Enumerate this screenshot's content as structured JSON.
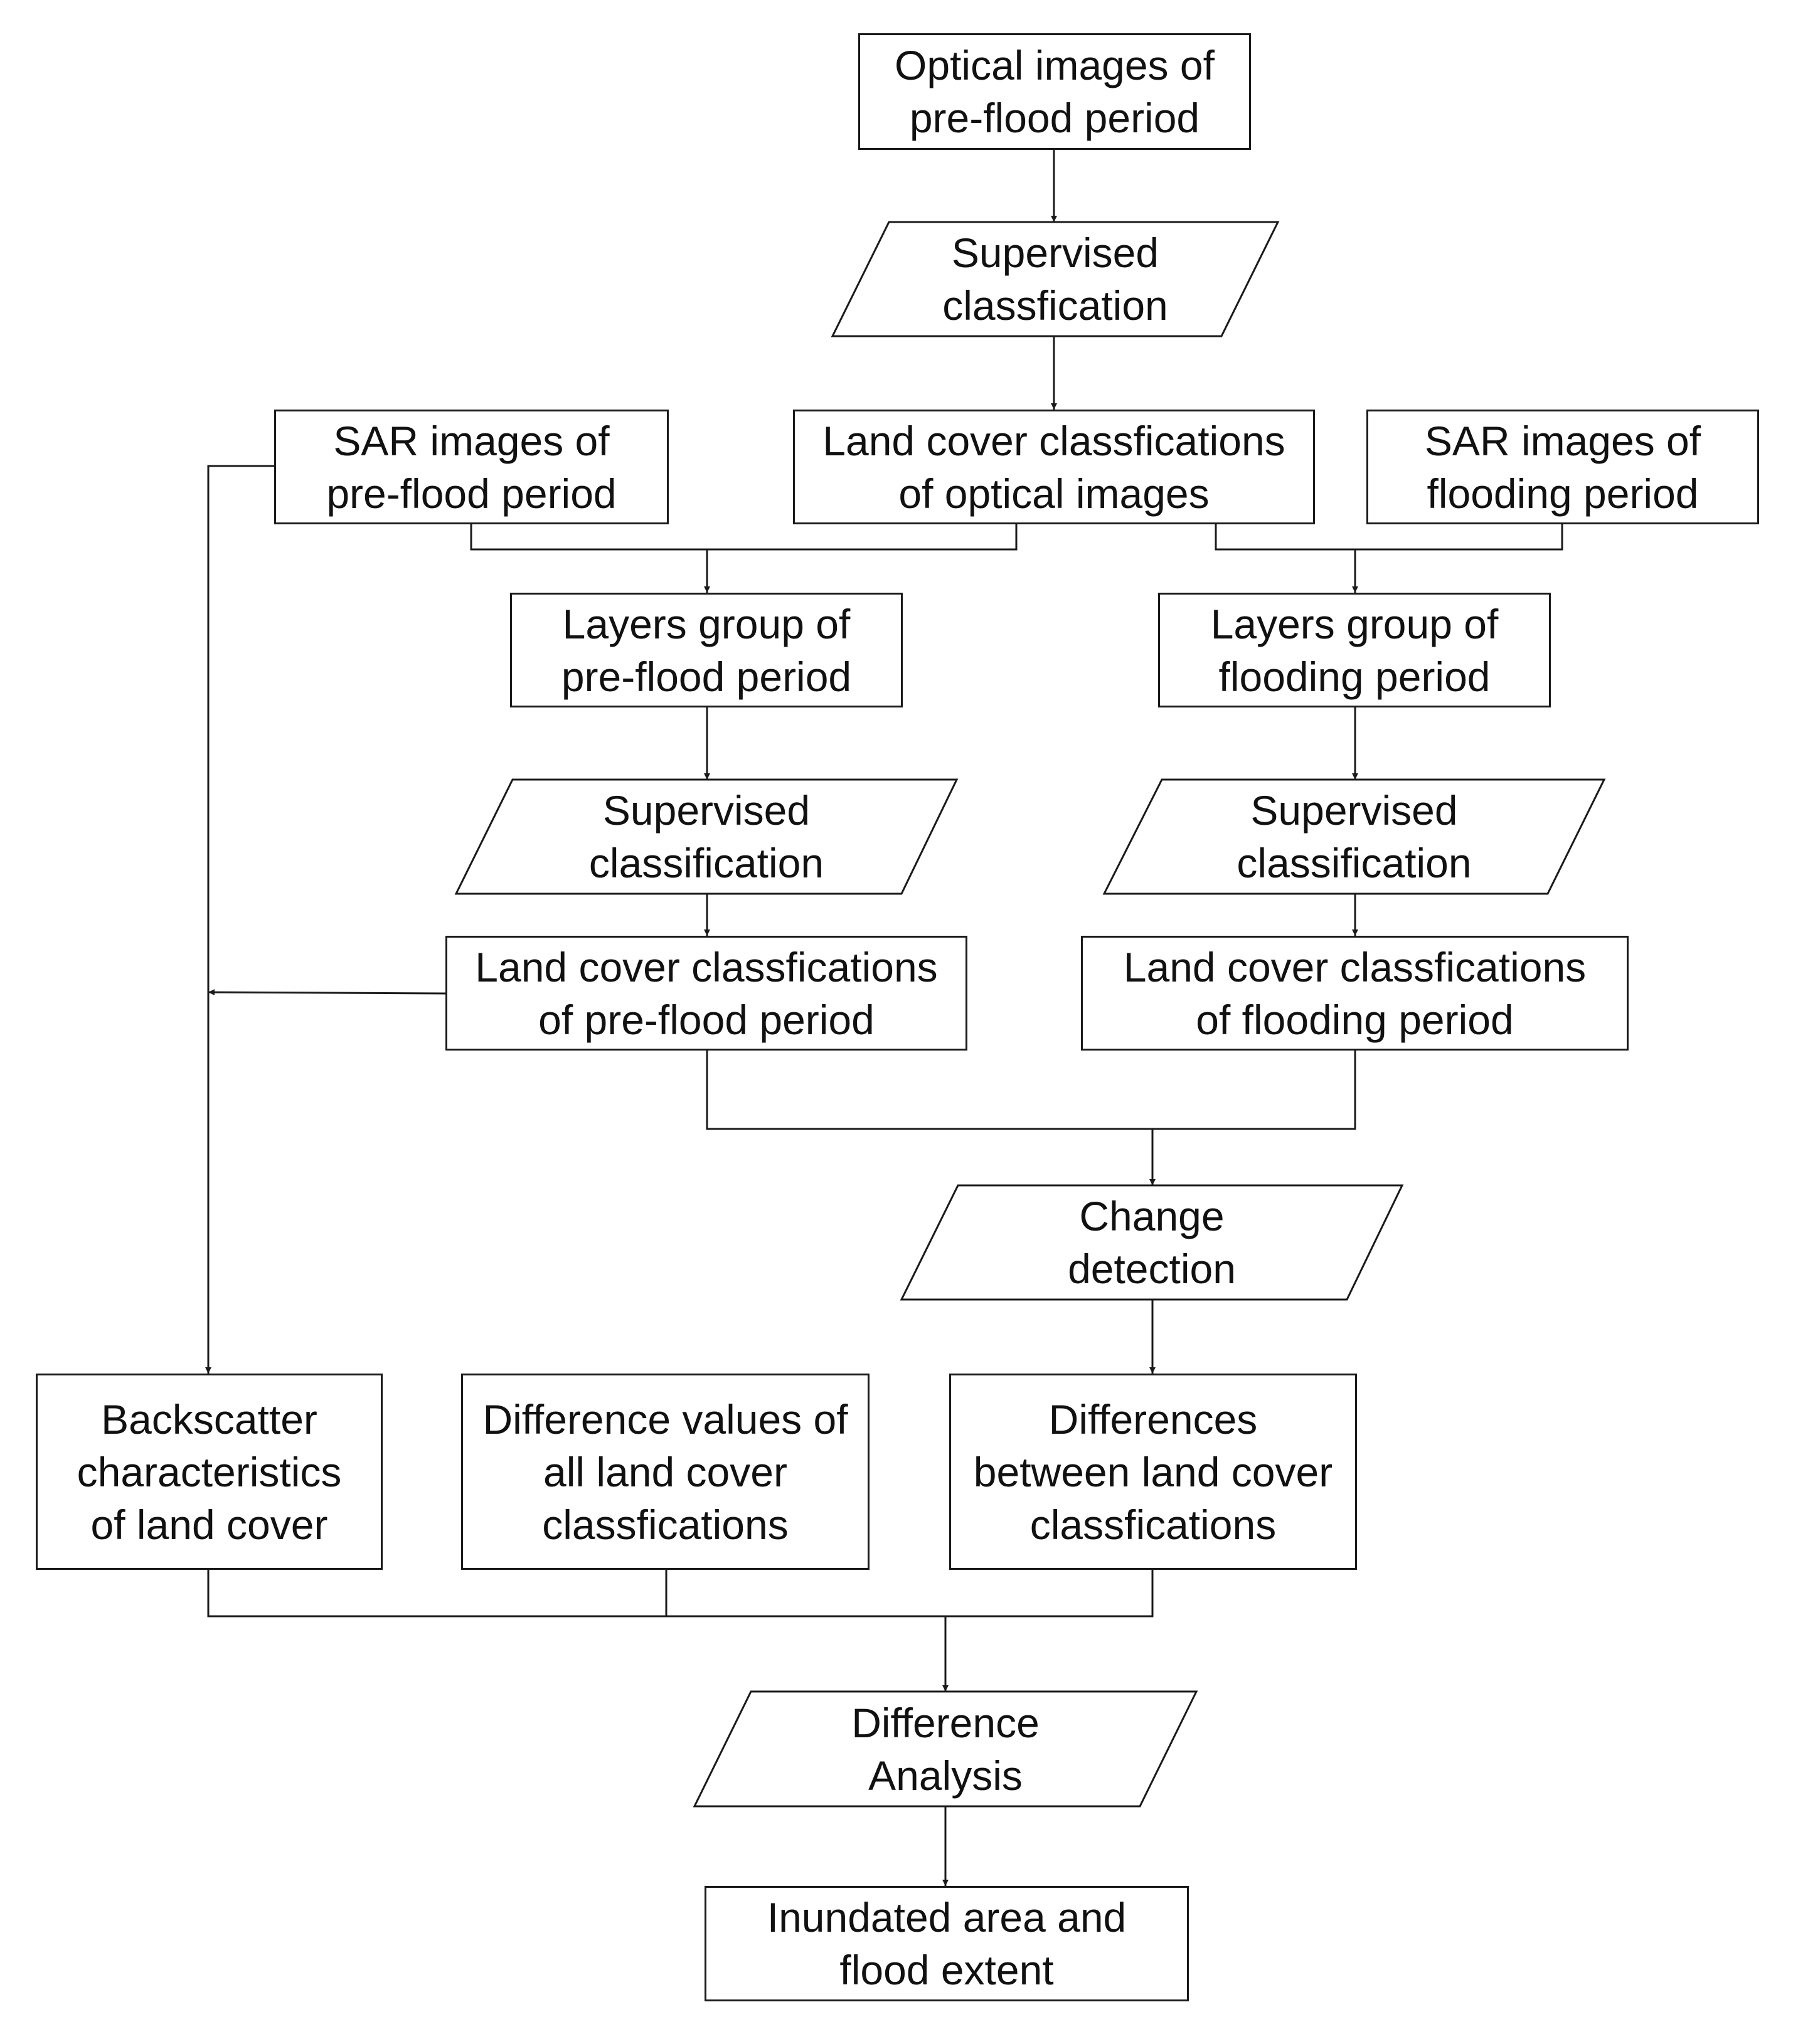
{
  "diagram": {
    "nodes": {
      "optical_pre": {
        "label": "Optical images of\npre-flood period",
        "shape": "rectangle"
      },
      "sup_class_optical": {
        "label": "Supervised\nclassfication",
        "shape": "parallelogram"
      },
      "sar_pre": {
        "label": "SAR images of\npre-flood period",
        "shape": "rectangle"
      },
      "landcover_optical": {
        "label": "Land cover classfications\nof optical images",
        "shape": "rectangle"
      },
      "sar_flood": {
        "label": "SAR images of\nflooding period",
        "shape": "rectangle"
      },
      "layers_pre": {
        "label": "Layers group of\npre-flood period",
        "shape": "rectangle"
      },
      "layers_flood": {
        "label": "Layers group of\nflooding period",
        "shape": "rectangle"
      },
      "sup_class_pre": {
        "label": "Supervised\nclassification",
        "shape": "parallelogram"
      },
      "sup_class_flood": {
        "label": "Supervised\nclassification",
        "shape": "parallelogram"
      },
      "landcover_pre": {
        "label": "Land cover classfications\nof pre-flood period",
        "shape": "rectangle"
      },
      "landcover_flood": {
        "label": "Land cover classfications\nof flooding period",
        "shape": "rectangle"
      },
      "change_detection": {
        "label": "Change\ndetection",
        "shape": "parallelogram"
      },
      "backscatter": {
        "label": "Backscatter\ncharacteristics\nof land cover",
        "shape": "rectangle"
      },
      "difference_values": {
        "label": "Difference values of\nall land cover\nclassfications",
        "shape": "rectangle"
      },
      "differences_between": {
        "label": "Differences\nbetween land cover\nclassfications",
        "shape": "rectangle"
      },
      "difference_analysis": {
        "label": "Difference\nAnalysis",
        "shape": "parallelogram"
      },
      "inundated": {
        "label": "Inundated area and\nflood extent",
        "shape": "rectangle"
      }
    },
    "edges": [
      {
        "from": "optical_pre",
        "to": "sup_class_optical"
      },
      {
        "from": "sup_class_optical",
        "to": "landcover_optical"
      },
      {
        "from": "sar_pre",
        "to": "layers_pre"
      },
      {
        "from": "landcover_optical",
        "to": "layers_pre"
      },
      {
        "from": "landcover_optical",
        "to": "layers_flood"
      },
      {
        "from": "sar_flood",
        "to": "layers_flood"
      },
      {
        "from": "layers_pre",
        "to": "sup_class_pre"
      },
      {
        "from": "layers_flood",
        "to": "sup_class_flood"
      },
      {
        "from": "sup_class_pre",
        "to": "landcover_pre"
      },
      {
        "from": "sup_class_flood",
        "to": "landcover_flood"
      },
      {
        "from": "sar_pre",
        "to": "backscatter"
      },
      {
        "from": "landcover_pre",
        "to": "backscatter"
      },
      {
        "from": "landcover_pre",
        "to": "change_detection"
      },
      {
        "from": "landcover_flood",
        "to": "change_detection"
      },
      {
        "from": "change_detection",
        "to": "differences_between"
      },
      {
        "from": "backscatter",
        "to": "difference_analysis"
      },
      {
        "from": "difference_values",
        "to": "difference_analysis"
      },
      {
        "from": "differences_between",
        "to": "difference_analysis"
      },
      {
        "from": "difference_analysis",
        "to": "inundated"
      }
    ]
  }
}
